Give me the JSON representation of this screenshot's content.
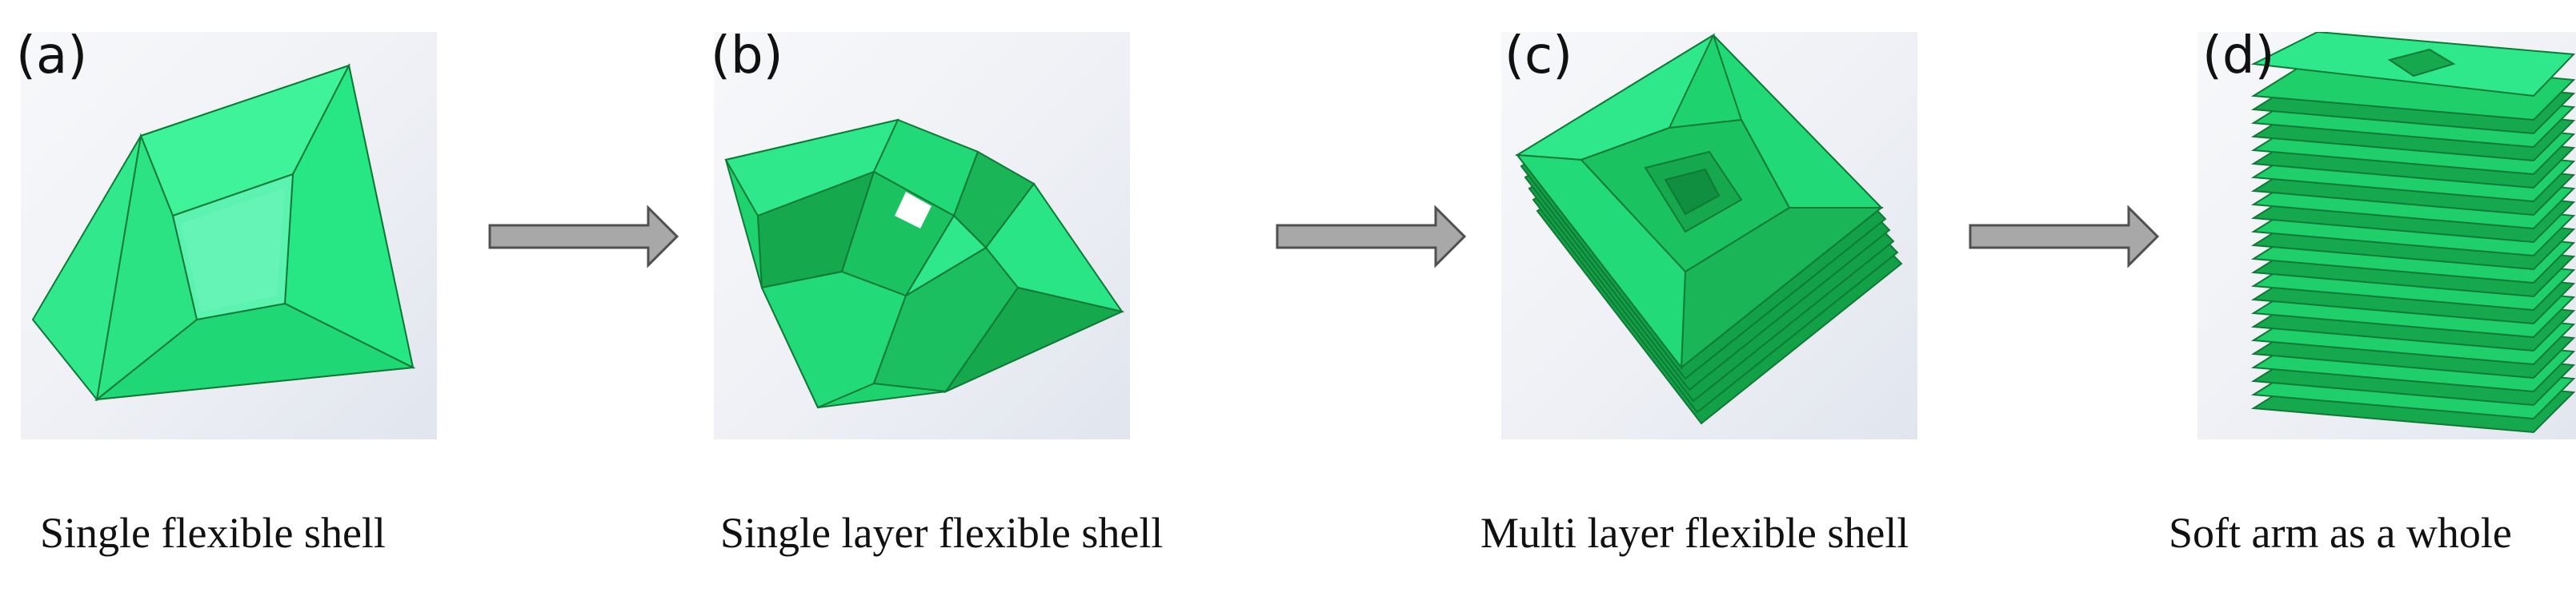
{
  "panels": [
    {
      "label": "(a)",
      "caption": "Single flexible shell"
    },
    {
      "label": "(b)",
      "caption": "Single layer flexible shell"
    },
    {
      "label": "(c)",
      "caption": "Multi layer flexible shell"
    },
    {
      "label": "(d)",
      "caption": "Soft arm as a whole"
    }
  ],
  "colors": {
    "shell_light": "#2ee88b",
    "shell_mid": "#1fcf6a",
    "shell_dark": "#16a84c",
    "shell_center": "#5cf2b0",
    "edge": "#0f7a36",
    "arrow_fill": "#a8a8a8",
    "arrow_stroke": "#505050"
  },
  "icons": [
    "right-arrow-icon"
  ]
}
